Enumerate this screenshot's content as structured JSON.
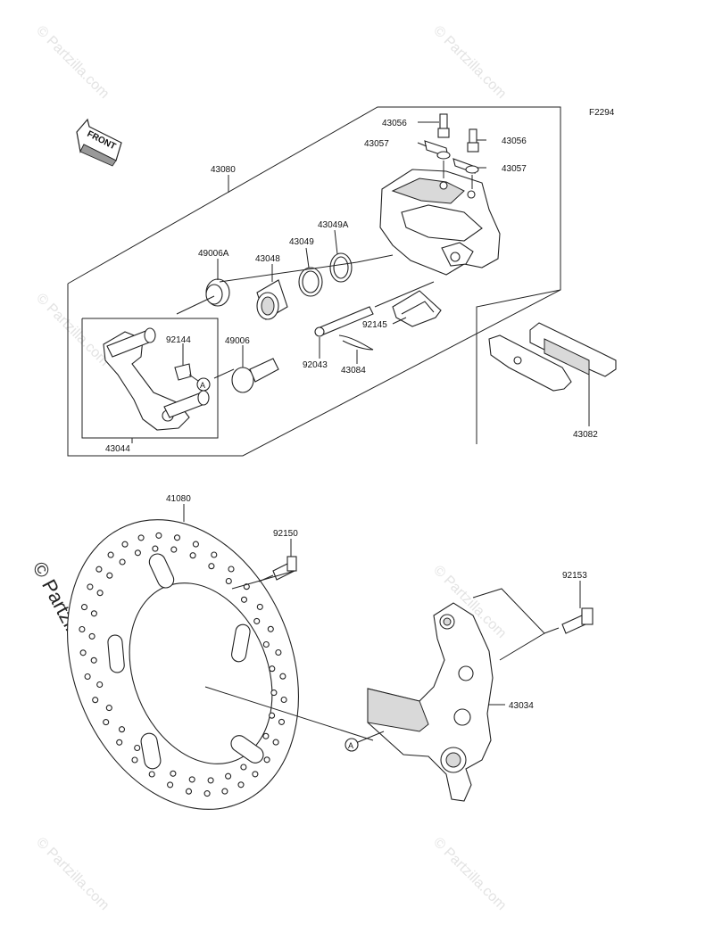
{
  "diagram_code": "F2294",
  "front_label": "FRONT",
  "watermark": "© Partzilla.com",
  "callout_letter": "A",
  "parts": {
    "p43056a": "43056",
    "p43056b": "43056",
    "p43057a": "43057",
    "p43057b": "43057",
    "p43080": "43080",
    "p43049a": "43049A",
    "p43049": "43049",
    "p43048": "43048",
    "p49006a": "49006A",
    "p92145": "92145",
    "p92144": "92144",
    "p49006": "49006",
    "p92043": "92043",
    "p43084": "43084",
    "p43044": "43044",
    "p43082": "43082",
    "p41080": "41080",
    "p92150": "92150",
    "p92153": "92153",
    "p43034": "43034"
  }
}
